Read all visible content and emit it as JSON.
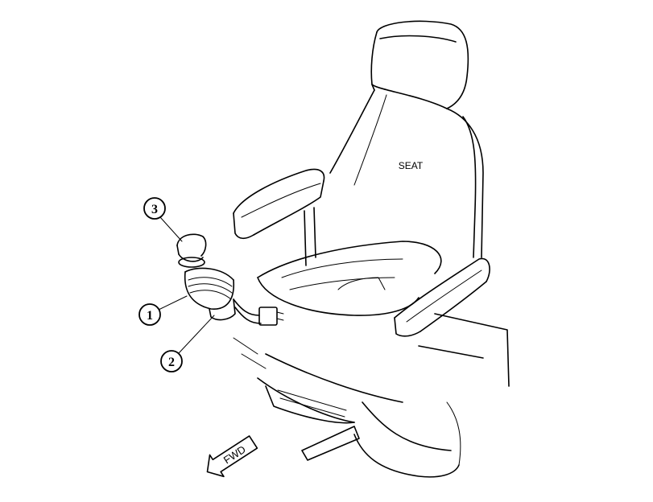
{
  "diagram": {
    "seat_label": "SEAT",
    "direction_label": "FWD",
    "callouts": [
      {
        "number": "1"
      },
      {
        "number": "2"
      },
      {
        "number": "3"
      }
    ]
  }
}
